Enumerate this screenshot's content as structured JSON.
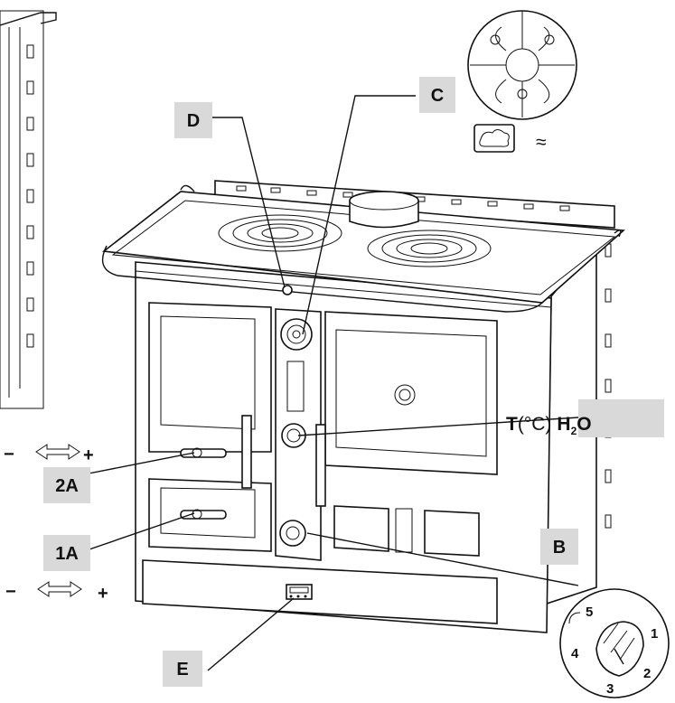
{
  "labels": {
    "C": "C",
    "D": "D",
    "B": "B",
    "E": "E",
    "a2": "2A",
    "a1": "1A"
  },
  "temperature": {
    "T": "T",
    "unit": "(°C)",
    "h": "H",
    "sub": "2",
    "o": "O"
  },
  "adjust": {
    "minus": "−",
    "plus": "+"
  },
  "knob_numbers": [
    "1",
    "2",
    "3",
    "4",
    "5"
  ],
  "wave_symbol": "≈",
  "colors": {
    "callout_bg": "#d9d9d9",
    "line": "#111111"
  }
}
